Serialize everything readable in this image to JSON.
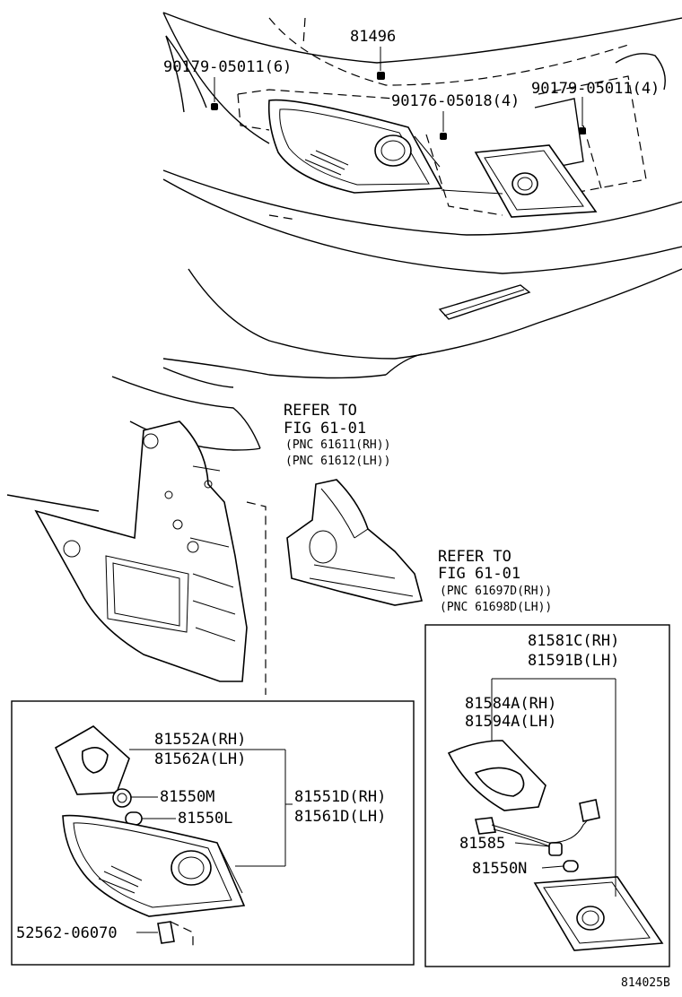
{
  "labels": {
    "p81496": "81496",
    "p90179_6": "90179-05011(6)",
    "p90176": "90176-05018(4)",
    "p90179_4": "90179-05011(4)",
    "refer1_a": "REFER TO",
    "refer1_b": "FIG 61-01",
    "refer1_c": "(PNC 61611(RH))",
    "refer1_d": "(PNC 61612(LH))",
    "refer2_a": "REFER TO",
    "refer2_b": "FIG 61-01",
    "refer2_c": "(PNC 61697D(RH))",
    "refer2_d": "(PNC 61698D(LH))",
    "p81552A": "81552A(RH)",
    "p81562A": "81562A(LH)",
    "p81550M": "81550M",
    "p81550L": "81550L",
    "p81551D": "81551D(RH)",
    "p81561D": "81561D(LH)",
    "p52562": "52562-06070",
    "p81581C": "81581C(RH)",
    "p81591B": "81591B(LH)",
    "p81584A": "81584A(RH)",
    "p81594A": "81594A(LH)",
    "p81585": "81585",
    "p81550N": "81550N",
    "figure_id": "814025B"
  }
}
